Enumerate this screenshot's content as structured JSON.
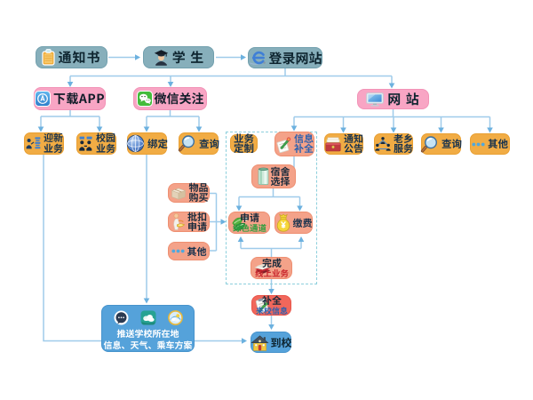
{
  "diagram": {
    "nodes": {
      "notice_letter": {
        "label": "通知书"
      },
      "student": {
        "label": "学 生"
      },
      "login_site": {
        "label": "登录网站"
      },
      "download_app": {
        "label": "下载APP"
      },
      "wechat_follow": {
        "label": "微信关注"
      },
      "website": {
        "label": "网 站"
      },
      "welcome_service": {
        "lines": [
          "迎新",
          "业务"
        ]
      },
      "campus_service": {
        "lines": [
          "校园",
          "业务"
        ]
      },
      "bind": {
        "label": "绑定"
      },
      "wechat_query": {
        "label": "查询"
      },
      "business_custom": {
        "lines": [
          "业务",
          "定制"
        ]
      },
      "info_completion": {
        "lines": [
          "信息",
          "补全"
        ]
      },
      "notice_board": {
        "lines": [
          "通知",
          "公告"
        ]
      },
      "hometown_service": {
        "lines": [
          "老乡",
          "服务"
        ]
      },
      "web_query": {
        "label": "查询"
      },
      "web_other": {
        "label": "其他"
      },
      "dorm_choice": {
        "lines": [
          "宿舍",
          "选择"
        ]
      },
      "goods_purchase": {
        "lines": [
          "物品",
          "购买"
        ]
      },
      "deduction_apply": {
        "lines": [
          "批扣",
          "申请"
        ]
      },
      "custom_other": {
        "label": "其他"
      },
      "green_channel": {
        "lines": [
          "申请",
          "绿色通道"
        ]
      },
      "payment": {
        "label": "缴费"
      },
      "finish_online": {
        "lines": [
          "完成",
          "线上业务"
        ]
      },
      "arrival_info": {
        "lines": [
          "补全",
          "来校信息"
        ]
      },
      "push_info": {
        "lines": [
          "推送学校所在地",
          "信息、天气、乘车方案"
        ]
      },
      "arrive_school": {
        "label": "到校"
      }
    },
    "colors": {
      "teal_box": "#87afbb",
      "pink_box": "#f8a5c4",
      "orange_box": "#f1ac44",
      "salmon_box": "#f4a289",
      "red_box": "#f1675b",
      "blue_box": "#55a2da",
      "connector_line": "#9fcbea",
      "arrowhead": "#6cb1df",
      "dashed_border": "#8ccfdc",
      "green_text": "#2e9e3e",
      "red_text": "#c9252c",
      "blue_text": "#2b5fb0"
    }
  }
}
